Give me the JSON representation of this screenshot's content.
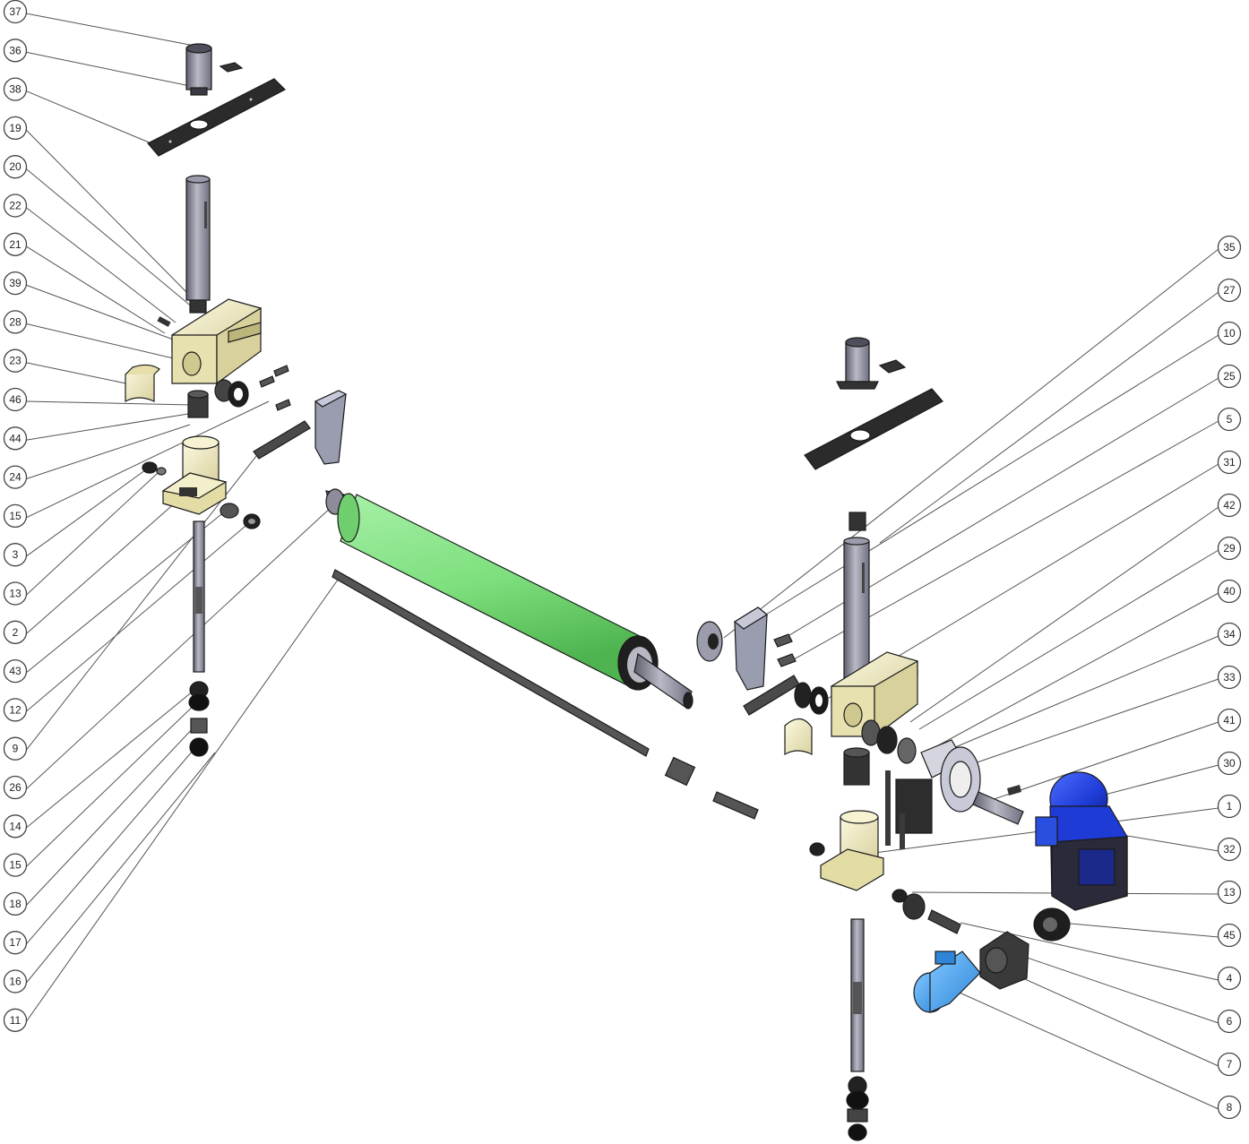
{
  "callouts_left": [
    "37",
    "36",
    "38",
    "19",
    "20",
    "22",
    "21",
    "39",
    "28",
    "23",
    "46",
    "44",
    "24",
    "15",
    "3",
    "13",
    "2",
    "43",
    "12",
    "9",
    "26",
    "14",
    "15",
    "18",
    "17",
    "16",
    "11"
  ],
  "callouts_right": [
    "35",
    "27",
    "10",
    "25",
    "5",
    "31",
    "42",
    "29",
    "40",
    "34",
    "33",
    "41",
    "30",
    "1",
    "32",
    "13",
    "45",
    "4",
    "6",
    "7",
    "8"
  ],
  "colors": {
    "roller": "#7ddf7d",
    "bearing_block": "#efeac0",
    "motor_blue": "#2a4fe0",
    "motor_cyan": "#3fa0e8",
    "steel": "#8f90a0",
    "dark": "#2d2d2d"
  }
}
